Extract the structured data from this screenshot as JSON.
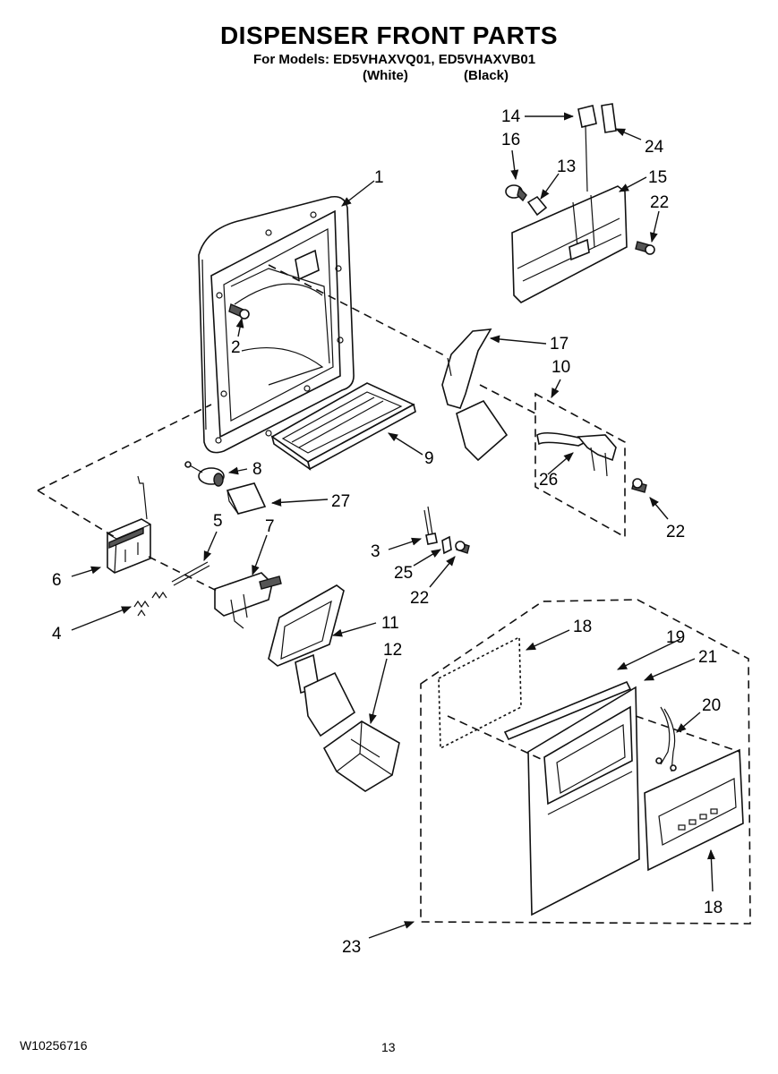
{
  "header": {
    "title": "DISPENSER FRONT PARTS",
    "models_line": "For Models: ED5VHAXVQ01, ED5VHAXVB01",
    "color_white": "(White)",
    "color_black": "(Black)"
  },
  "footer": {
    "doc_number": "W10256716",
    "page_number": "13"
  },
  "callouts": {
    "c1": "1",
    "c2": "2",
    "c3": "3",
    "c4": "4",
    "c5": "5",
    "c6": "6",
    "c7": "7",
    "c8": "8",
    "c9": "9",
    "c10": "10",
    "c11": "11",
    "c12": "12",
    "c13": "13",
    "c14": "14",
    "c15": "15",
    "c16": "16",
    "c17": "17",
    "c18a": "18",
    "c18b": "18",
    "c19": "19",
    "c20": "20",
    "c21": "21",
    "c22a": "22",
    "c22b": "22",
    "c22c": "22",
    "c23": "23",
    "c24": "24",
    "c25": "25",
    "c26": "26",
    "c27": "27"
  }
}
